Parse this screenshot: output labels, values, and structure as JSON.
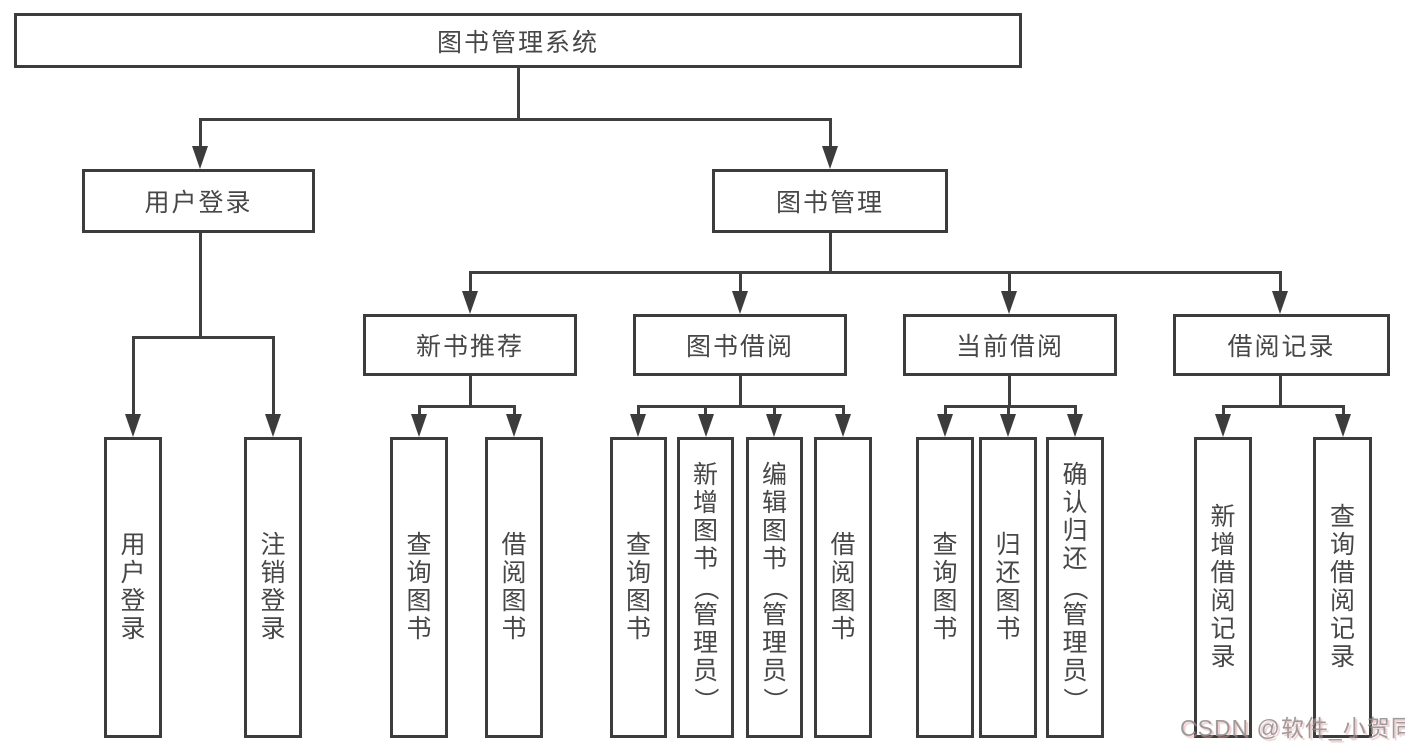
{
  "diagram": {
    "title": "图书管理系统",
    "type": "hierarchy-tree",
    "watermark": "CSDN @软件_小贺同学",
    "colors": {
      "line": "#3f3f3f",
      "box_border": "#3c3c3c",
      "text": "#474747",
      "background": "#ffffff",
      "watermark": "#909090"
    },
    "tree": {
      "root": {
        "label": "图书管理系统",
        "children": [
          {
            "label": "用户登录",
            "children": [
              {
                "label": "用户登录"
              },
              {
                "label": "注销登录"
              }
            ]
          },
          {
            "label": "图书管理",
            "children": [
              {
                "label": "新书推荐",
                "children": [
                  {
                    "label": "查询图书"
                  },
                  {
                    "label": "借阅图书"
                  }
                ]
              },
              {
                "label": "图书借阅",
                "children": [
                  {
                    "label": "查询图书"
                  },
                  {
                    "label": "新增图书（管理员）"
                  },
                  {
                    "label": "编辑图书（管理员）"
                  },
                  {
                    "label": "借阅图书"
                  }
                ]
              },
              {
                "label": "当前借阅",
                "children": [
                  {
                    "label": "查询图书"
                  },
                  {
                    "label": "归还图书"
                  },
                  {
                    "label": "确认归还（管理员）"
                  }
                ]
              },
              {
                "label": "借阅记录",
                "children": [
                  {
                    "label": "新增借阅记录"
                  },
                  {
                    "label": "查询借阅记录"
                  }
                ]
              }
            ]
          }
        ]
      }
    }
  }
}
